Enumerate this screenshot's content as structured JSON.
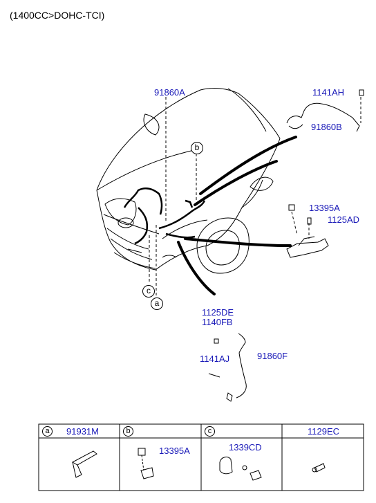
{
  "header": {
    "engine": "(1400CC>DOHC-TCI)"
  },
  "callouts": {
    "c91860A": "91860A",
    "c1141AH": "1141AH",
    "c91860B": "91860B",
    "c13395A": "13395A",
    "c1125AD": "1125AD",
    "c1125DE": "1125DE",
    "c1140FB": "1140FB",
    "c1141AJ": "1141AJ",
    "c91860F": "91860F"
  },
  "markers": {
    "a": "a",
    "b": "b",
    "c": "c"
  },
  "table": {
    "cells": [
      {
        "marker": "a",
        "part": "91931M"
      },
      {
        "marker": "b",
        "part": ""
      },
      {
        "marker": "c",
        "part": ""
      },
      {
        "marker": "",
        "part": "1129EC"
      }
    ],
    "sub": {
      "b_part": "13395A",
      "c_part": "1339CD"
    }
  }
}
